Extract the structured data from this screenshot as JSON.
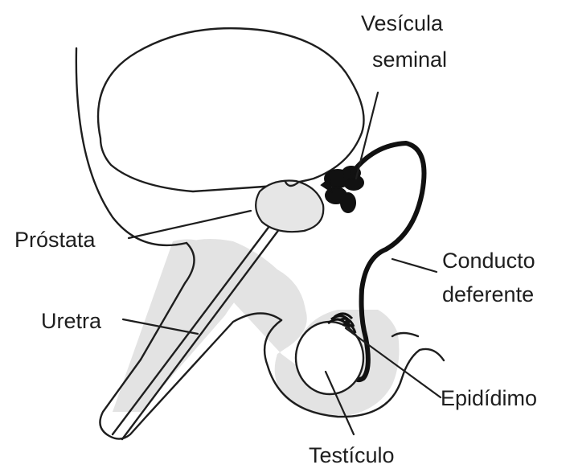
{
  "labels": {
    "vesicula_line1": "Vesícula",
    "vesicula_line2": "seminal",
    "prostata": "Próstata",
    "uretra": "Uretra",
    "conducto_line1": "Conducto",
    "conducto_line2": "deferente",
    "epididimo": "Epidídimo",
    "testiculo": "Testículo"
  },
  "colors": {
    "line": "#1e1e1e",
    "shading": "#e3e3e3",
    "background": "#ffffff"
  }
}
